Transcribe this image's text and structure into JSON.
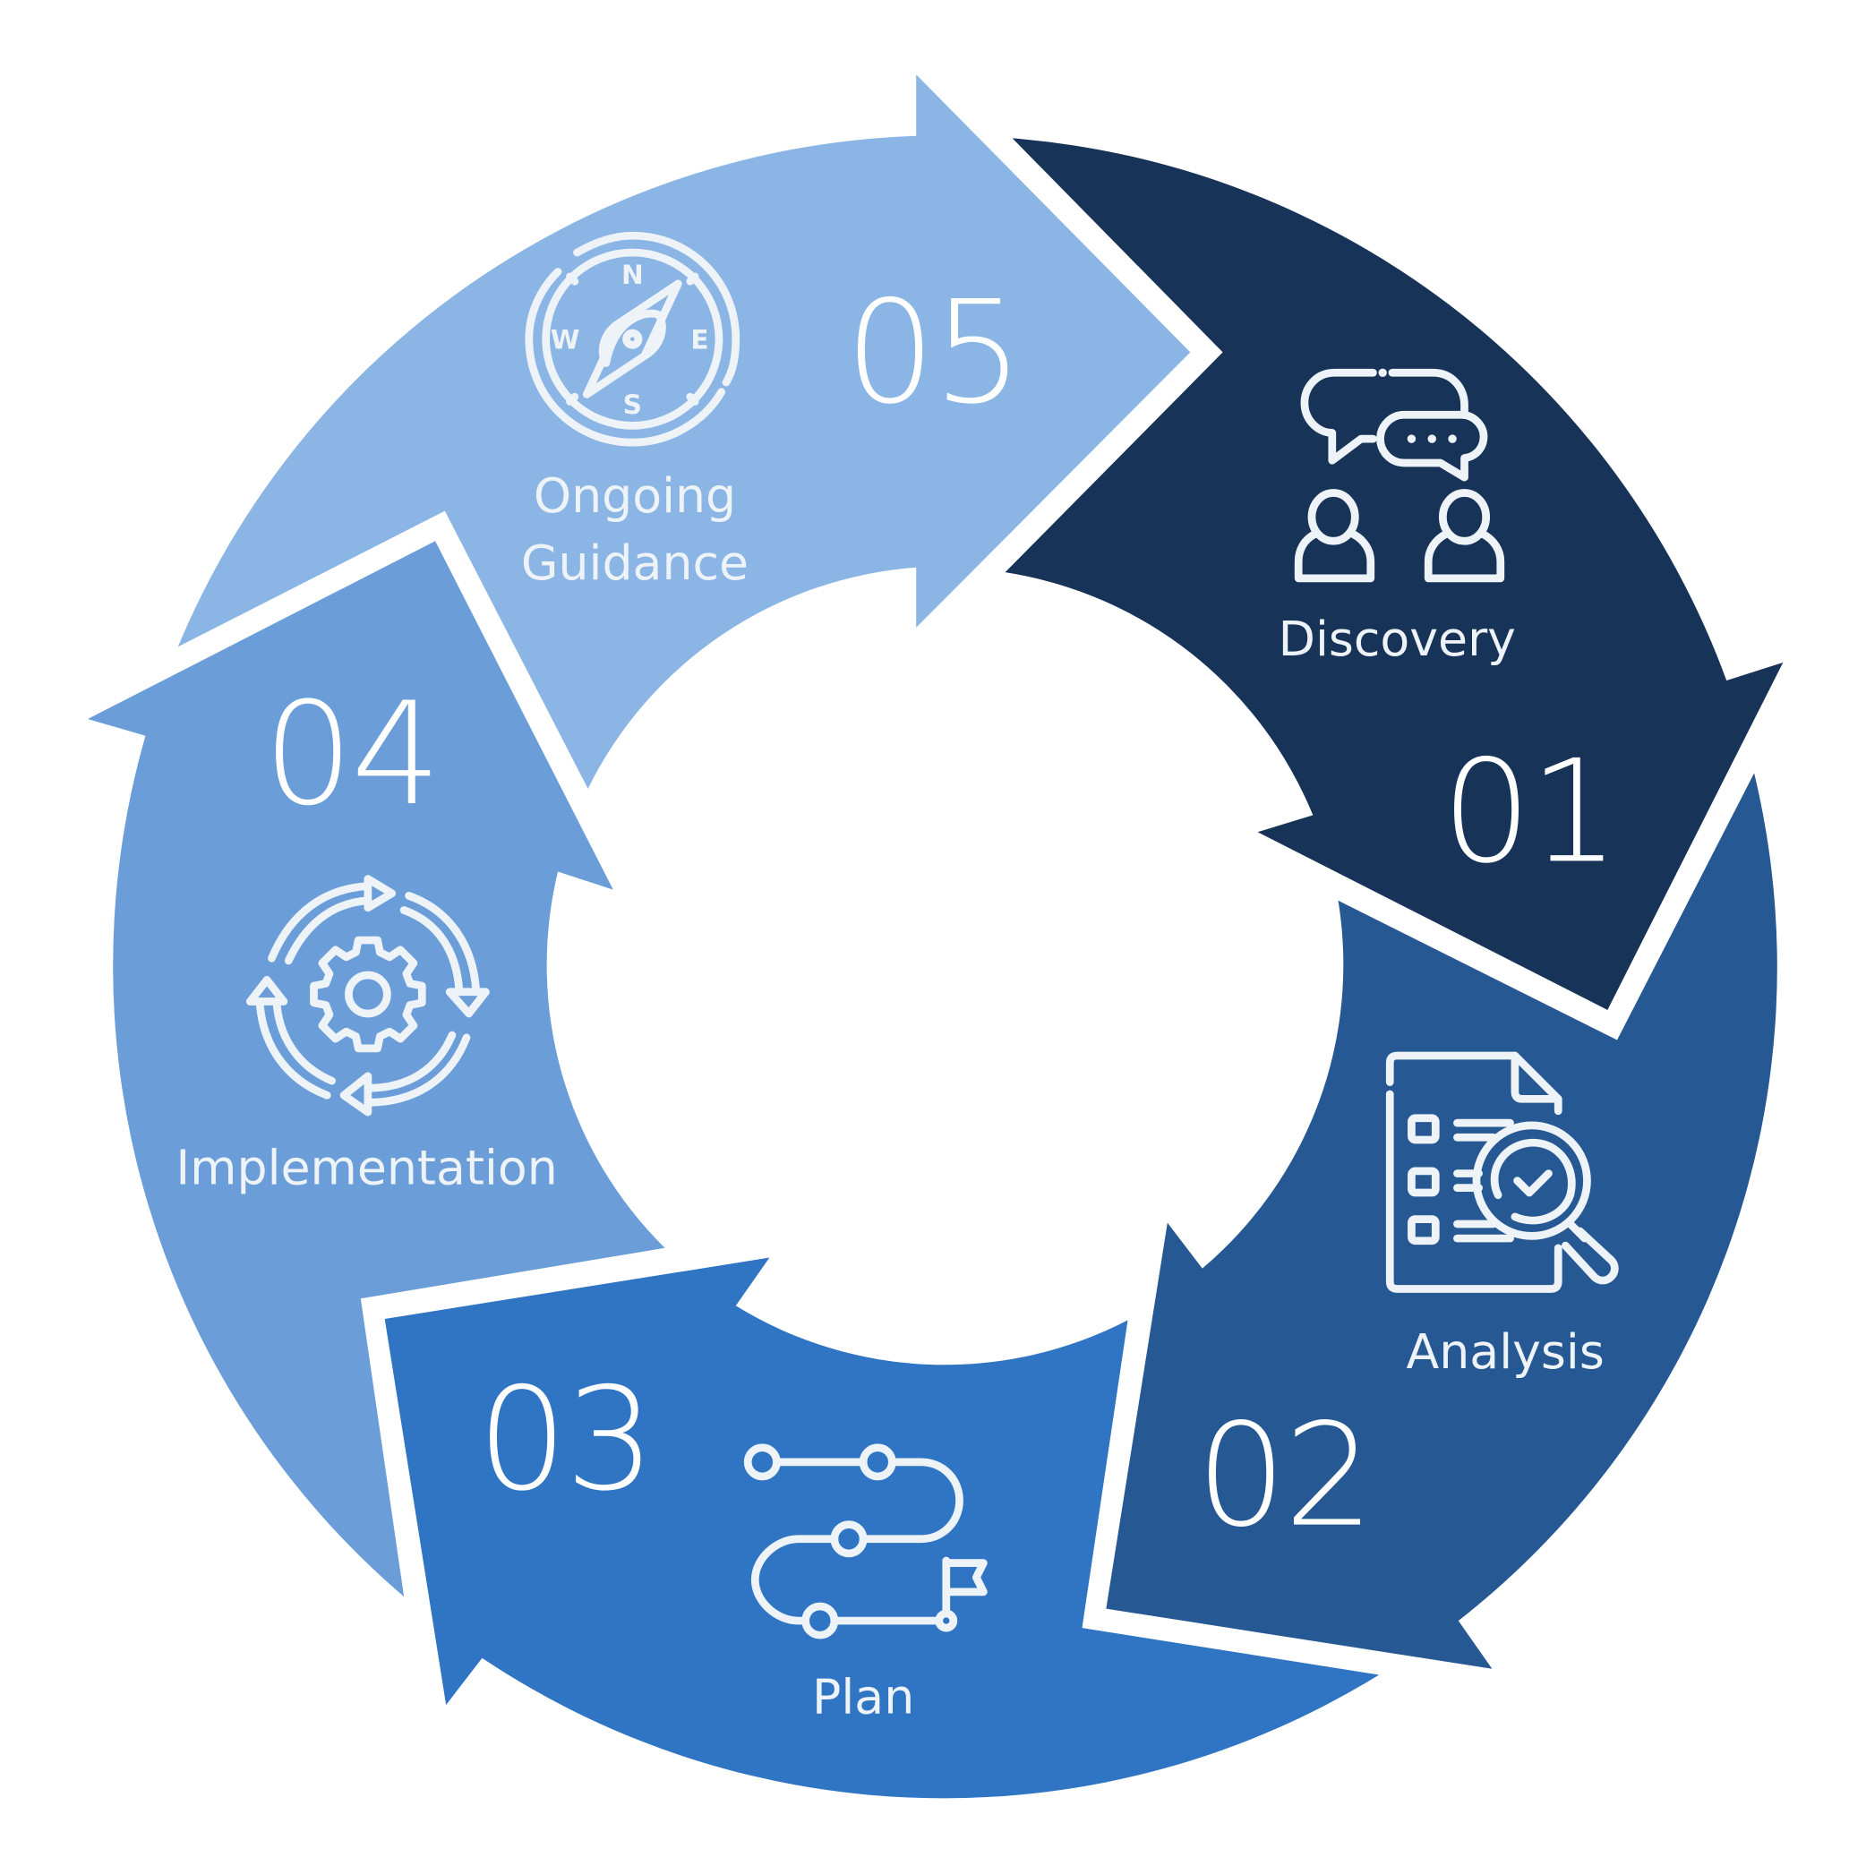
{
  "diagram": {
    "type": "cycle",
    "direction": "clockwise",
    "background": "#FFFFFF",
    "foreground": "#EEF3F8",
    "steps": [
      {
        "number": "01",
        "label": "Discovery",
        "icon": "people-conversation-icon",
        "color": "#183358"
      },
      {
        "number": "02",
        "label": "Analysis",
        "icon": "document-checklist-magnifier-icon",
        "color": "#265893"
      },
      {
        "number": "03",
        "label": "Plan",
        "icon": "route-path-flag-icon",
        "color": "#3075C4"
      },
      {
        "number": "04",
        "label": "Implementation",
        "icon": "gear-cycle-arrows-icon",
        "color": "#6B9ED8"
      },
      {
        "number": "05",
        "label_lines": [
          "Ongoing",
          "Guidance"
        ],
        "label": "Ongoing Guidance",
        "icon": "compass-icon",
        "color": "#8BB5E4",
        "compass_letters": [
          "N",
          "E",
          "S",
          "W"
        ]
      }
    ]
  }
}
